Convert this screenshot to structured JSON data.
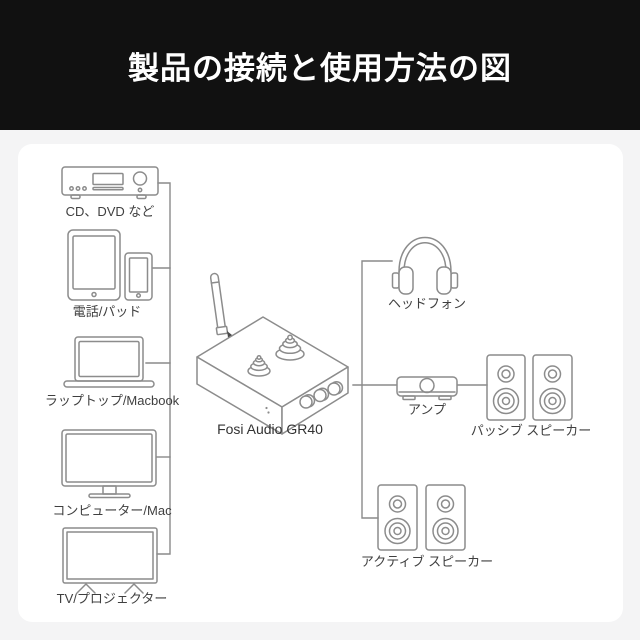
{
  "header": {
    "title": "製品の接続と使用方法の図"
  },
  "diagram": {
    "center_device": {
      "label": "Fosi Audio GR40",
      "icon": "fosi-audio-gr40-icon"
    },
    "sources": [
      {
        "id": "cd-dvd",
        "label": "CD、DVD など",
        "icon": "cd-dvd-player-icon"
      },
      {
        "id": "phone-pad",
        "label": "電話/パッド",
        "icon": "tablet-phone-icon"
      },
      {
        "id": "laptop",
        "label": "ラップトップ/Macbook",
        "icon": "laptop-icon"
      },
      {
        "id": "computer-mac",
        "label": "コンピューター/Mac",
        "icon": "computer-monitor-icon"
      },
      {
        "id": "tv-projector",
        "label": "TV/プロジェクター",
        "icon": "tv-icon"
      }
    ],
    "outputs": [
      {
        "id": "headphones",
        "label": "ヘッドフォン",
        "icon": "headphones-icon"
      },
      {
        "id": "amp",
        "label": "アンプ",
        "icon": "amplifier-icon"
      },
      {
        "id": "passive-speakers",
        "label": "パッシブ スピーカー",
        "icon": "passive-speakers-icon"
      },
      {
        "id": "active-speakers",
        "label": "アクティブ スピーカー",
        "icon": "active-speakers-icon"
      }
    ]
  },
  "colors": {
    "page_bg": "#f4f4f5",
    "header_bg": "#111111",
    "header_text": "#ffffff",
    "card_bg": "#ffffff",
    "line": "#8c8c8c",
    "wire": "#8a8a8a",
    "label": "#3f3f3f"
  }
}
